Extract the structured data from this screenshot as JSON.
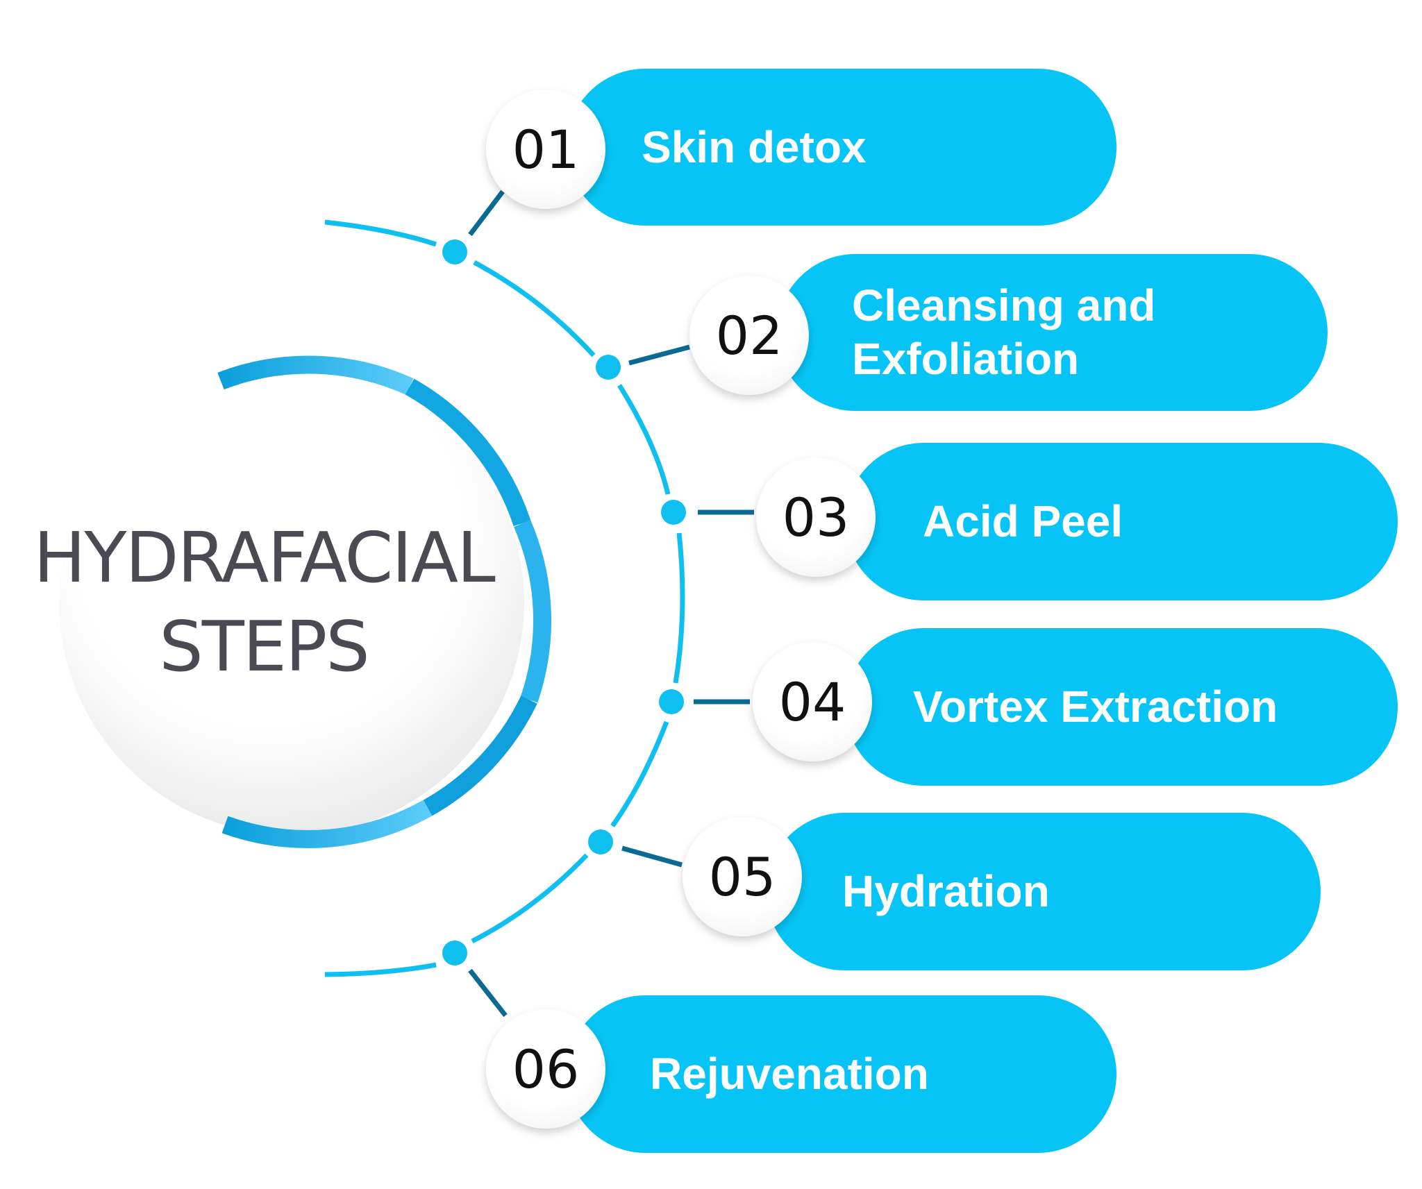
{
  "title": {
    "line1": "HYDRAFACIAL",
    "line2": "STEPS"
  },
  "steps": [
    {
      "number": "01",
      "label": "Skin detox"
    },
    {
      "number": "02",
      "label": "Cleansing and Exfoliation",
      "line1": "Cleansing and",
      "line2": "Exfoliation"
    },
    {
      "number": "03",
      "label": "Acid Peel"
    },
    {
      "number": "04",
      "label": "Vortex Extraction"
    },
    {
      "number": "05",
      "label": "Hydration"
    },
    {
      "number": "06",
      "label": "Rejuvenation"
    }
  ],
  "colors": {
    "pill": "#06C4F5",
    "arc": "#0FBFF0",
    "connector": "#0B6A94",
    "ring_dark": "#0A9FDA",
    "ring_light": "#5CCBFA",
    "title_text": "#4A4A52",
    "number_text": "#111111"
  }
}
